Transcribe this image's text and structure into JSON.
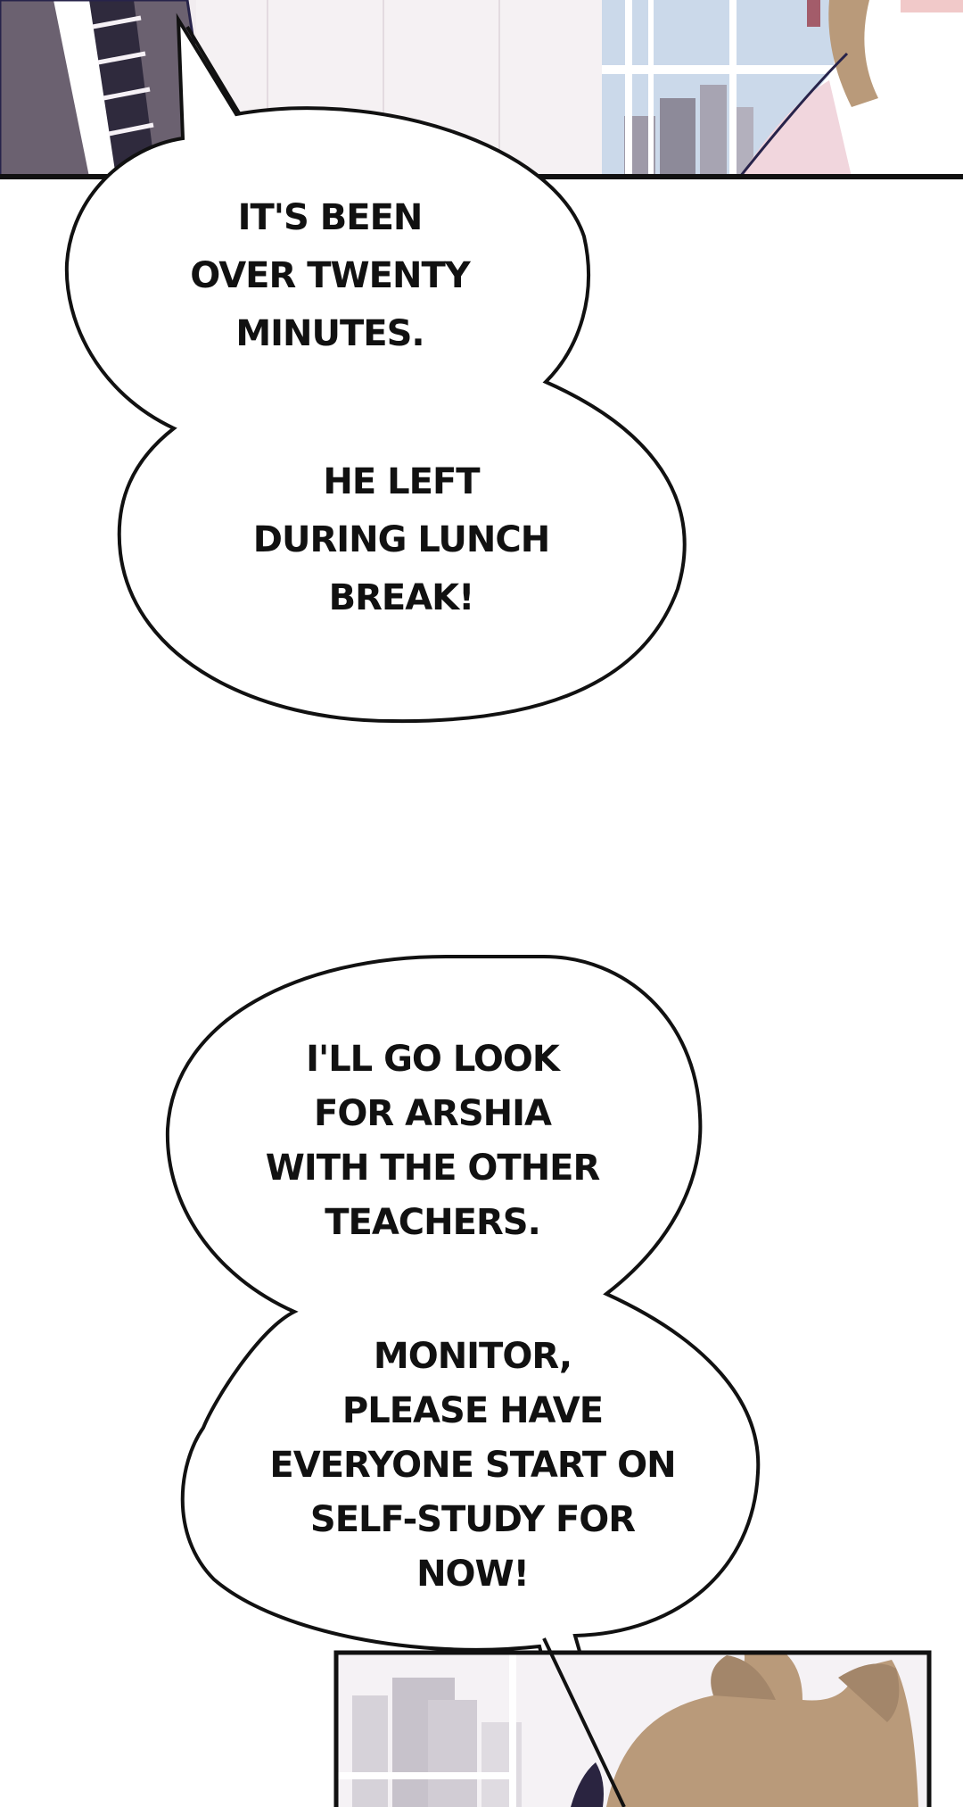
{
  "panels": [
    {
      "id": "top",
      "description_role": "art"
    },
    {
      "id": "bottom",
      "description_role": "art"
    }
  ],
  "bubbles": [
    {
      "segments": [
        {
          "lines": [
            "IT'S BEEN",
            "OVER TWENTY",
            "MINUTES."
          ]
        },
        {
          "lines": [
            "HE LEFT",
            "DURING LUNCH",
            "BREAK!"
          ]
        }
      ]
    },
    {
      "segments": [
        {
          "lines": [
            "I'LL GO LOOK",
            "FOR ARSHIA",
            "WITH THE OTHER",
            "TEACHERS."
          ]
        },
        {
          "lines": [
            "MONITOR,",
            "PLEASE HAVE",
            "EVERYONE START ON",
            "SELF-STUDY FOR",
            "NOW!"
          ]
        }
      ]
    }
  ],
  "colors": {
    "ink": "#111111",
    "panel_border": "#111111",
    "wall": "#f1ecef",
    "window_sky": "#cbd9ea",
    "hair": "#b99a7a",
    "suit": "#6b6170",
    "tie_stripe": "#f6f1f6",
    "blouse_pink": "#f1d6dd"
  }
}
